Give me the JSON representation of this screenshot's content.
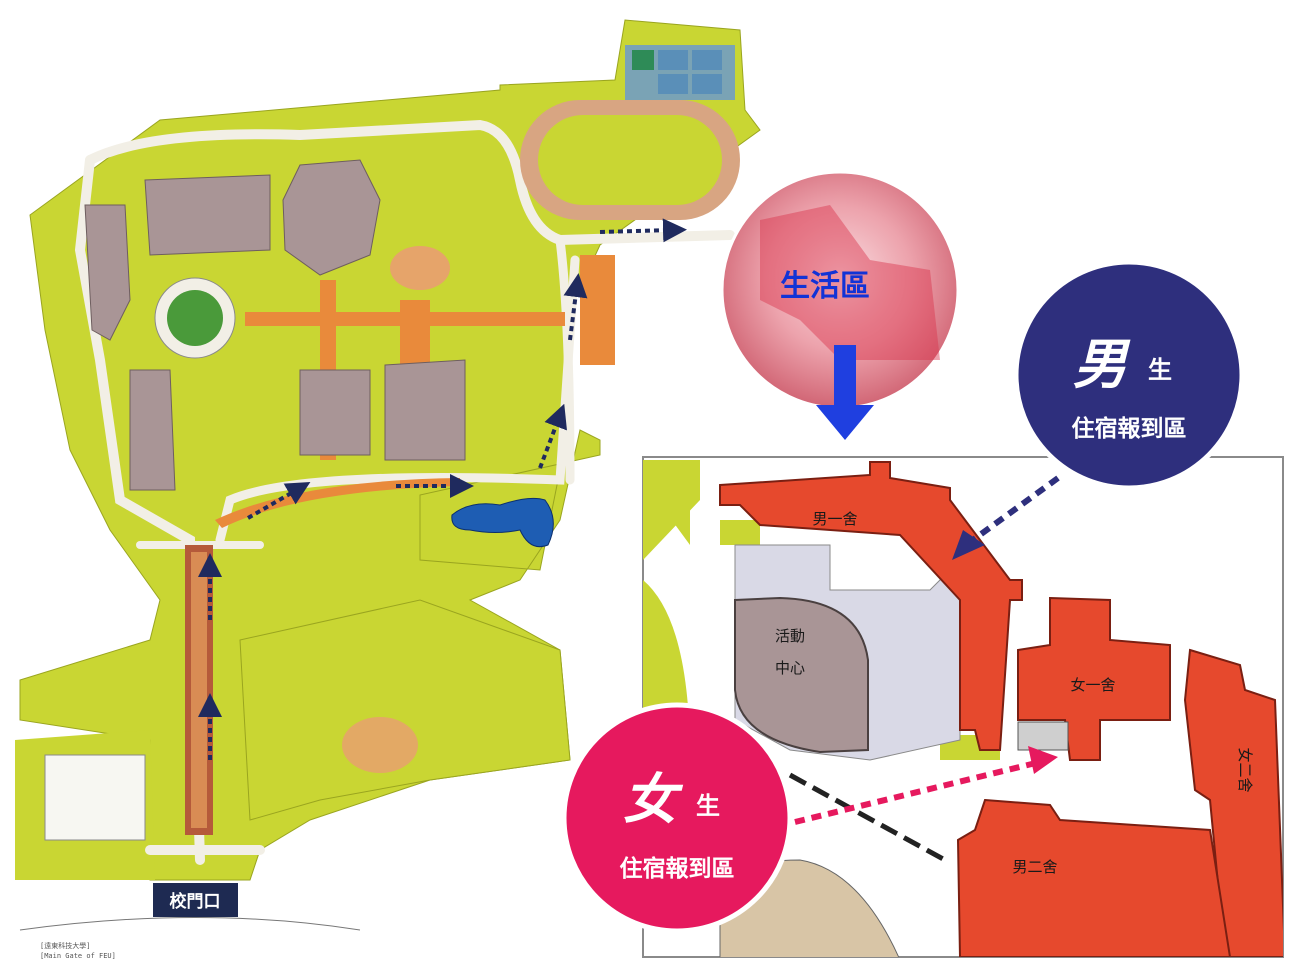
{
  "main_map": {
    "gate_label": "校門口",
    "living_area_label": "生活區",
    "gate_caption_line1": "[遠東科技大學]",
    "gate_caption_line2": "[Main Gate of FEU]"
  },
  "inset": {
    "buildings": {
      "male_dorm_1": "男一舍",
      "activity_center_line1": "活動",
      "activity_center_line2": "中心",
      "female_dorm_1": "女一舍",
      "female_dorm_2": "女二舍",
      "male_dorm_2": "男二舍"
    }
  },
  "bubbles": {
    "male": {
      "big": "男",
      "small": "生",
      "line2": "住宿報到區",
      "color": "#2e2f7d"
    },
    "female": {
      "big": "女",
      "small": "生",
      "line2": "住宿報到區",
      "color": "#e6195e"
    }
  },
  "colors": {
    "grass": "#c9d633",
    "path": "#f2efe6",
    "building": "#a99596",
    "dorm": "#e6492d",
    "route": "#1f2a5e",
    "arrow": "#1f3fe0",
    "gate_badge": "#1e2a52"
  }
}
